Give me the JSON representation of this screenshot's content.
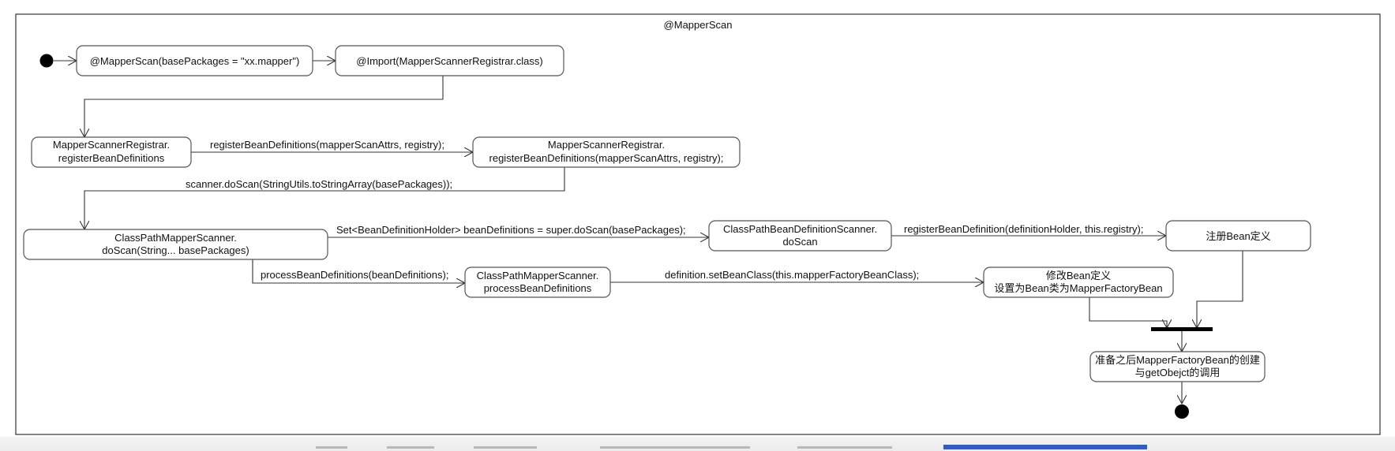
{
  "frame": {
    "title": "@MapperScan"
  },
  "nodes": {
    "mapperscan": "@MapperScan(basePackages = \"xx.mapper\")",
    "import": "@Import(MapperScannerRegistrar.class)",
    "registrar_left": [
      "MapperScannerRegistrar.",
      "registerBeanDefinitions"
    ],
    "registrar_right": [
      "MapperScannerRegistrar.",
      "registerBeanDefinitions(mapperScanAttrs, registry);"
    ],
    "classpath_doscan": [
      "ClassPathMapperScanner.",
      "doScan(String... basePackages)"
    ],
    "bds_doscan": [
      "ClassPathBeanDefinitionScanner.",
      "doScan"
    ],
    "register_bean": "注册Bean定义",
    "process": [
      "ClassPathMapperScanner.",
      "processBeanDefinitions"
    ],
    "modify_bean": [
      "修改Bean定义",
      "设置为Bean类为MapperFactoryBean"
    ],
    "prepare": [
      "准备之后MapperFactoryBean的创建",
      "与getObejct的调用"
    ]
  },
  "edges": {
    "register_defs": "registerBeanDefinitions(mapperScanAttrs, registry);",
    "do_scan": "scanner.doScan(StringUtils.toStringArray(basePackages));",
    "super_scan": "Set<BeanDefinitionHolder> beanDefinitions = super.doScan(basePackages);",
    "register_def": "registerBeanDefinition(definitionHolder, this.registry);",
    "process_defs": "processBeanDefinitions(beanDefinitions);",
    "set_class": "definition.setBeanClass(this.mapperFactoryBeanClass);"
  },
  "colors": {
    "stroke": "#333333",
    "fill": "#ffffff",
    "text": "#111111"
  }
}
